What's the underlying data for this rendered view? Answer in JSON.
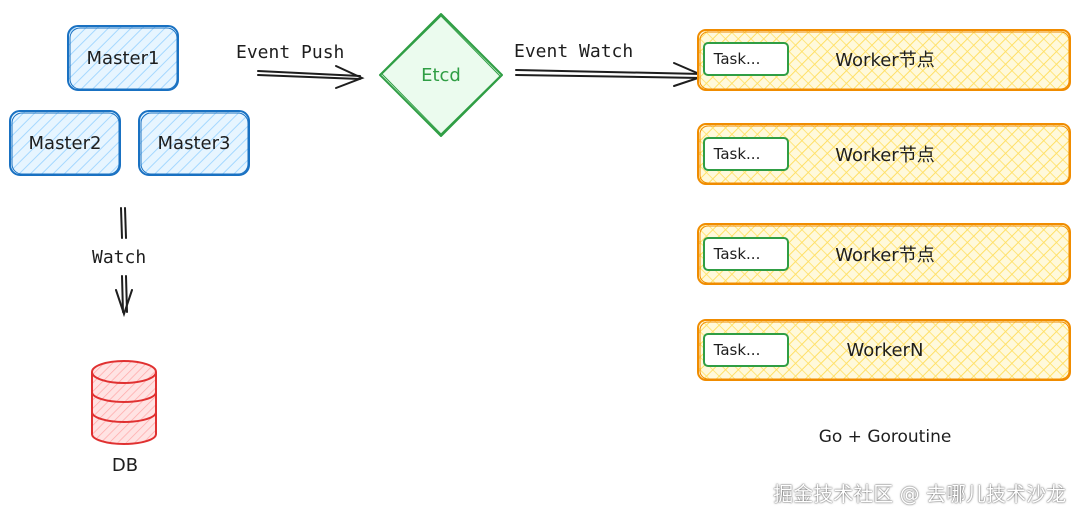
{
  "masters": [
    {
      "label": "Master1"
    },
    {
      "label": "Master2"
    },
    {
      "label": "Master3"
    }
  ],
  "arrows": {
    "event_push": "Event Push",
    "event_watch": "Event Watch",
    "watch": "Watch"
  },
  "etcd": {
    "label": "Etcd"
  },
  "db": {
    "label": "DB"
  },
  "workers": [
    {
      "task_label": "Task...",
      "label": "Worker节点"
    },
    {
      "task_label": "Task...",
      "label": "Worker节点"
    },
    {
      "task_label": "Task...",
      "label": "Worker节点"
    },
    {
      "task_label": "Task...",
      "label": "WorkerN"
    }
  ],
  "footer_note": "Go + Goroutine",
  "watermark": "掘金技术社区 @ 去哪儿技术沙龙",
  "colors": {
    "master_stroke": "#1971c2",
    "master_fill": "#a5d8ff",
    "etcd_stroke": "#2f9e44",
    "etcd_text": "#2f9e44",
    "db_stroke": "#e03131",
    "worker_stroke": "#f08c00",
    "worker_fill": "#ffec99",
    "task_stroke": "#2f9e44"
  }
}
